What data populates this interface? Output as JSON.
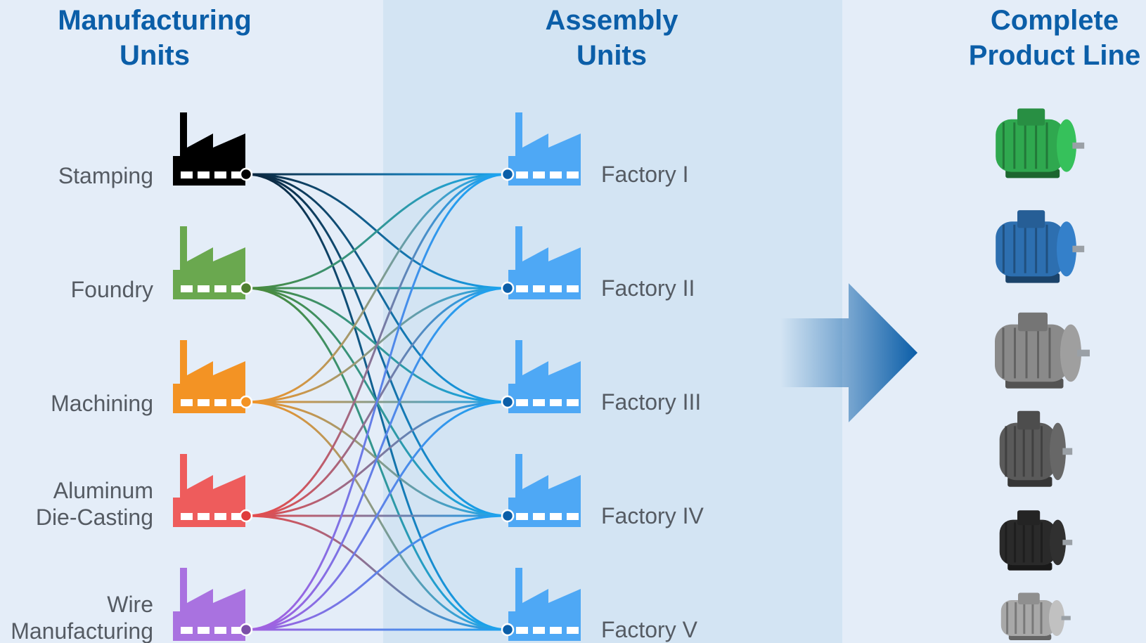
{
  "columns": {
    "manufacturing": {
      "title_line1": "Manufacturing",
      "title_line2": "Units"
    },
    "assembly": {
      "title_line1": "Assembly",
      "title_line2": "Units"
    },
    "product_line": {
      "title_line1": "Complete",
      "title_line2": "Product Line"
    }
  },
  "manufacturing_units": [
    {
      "id": "stamping",
      "label_lines": [
        "Stamping"
      ],
      "color": "#000000",
      "dot_color": "#000000"
    },
    {
      "id": "foundry",
      "label_lines": [
        "Foundry"
      ],
      "color": "#6aa84f",
      "dot_color": "#4f7f2f"
    },
    {
      "id": "machining",
      "label_lines": [
        "Machining"
      ],
      "color": "#f39324",
      "dot_color": "#f39324"
    },
    {
      "id": "aluminum",
      "label_lines": [
        "Aluminum",
        "Die-Casting"
      ],
      "color": "#ee5c5c",
      "dot_color": "#e03c3c"
    },
    {
      "id": "wire",
      "label_lines": [
        "Wire",
        "Manufacturing"
      ],
      "color": "#a972e0",
      "dot_color": "#7b4fa8"
    }
  ],
  "assembly_units": [
    {
      "id": "f1",
      "label": "Factory I"
    },
    {
      "id": "f2",
      "label": "Factory II"
    },
    {
      "id": "f3",
      "label": "Factory III"
    },
    {
      "id": "f4",
      "label": "Factory IV"
    },
    {
      "id": "f5",
      "label": "Factory V"
    }
  ],
  "assembly_color": "#4ea8f5",
  "assembly_dot_color": "#0b5ea8",
  "link_end_color": "#1aa3ef",
  "link_start_colors": {
    "stamping": "#0b2840",
    "foundry": "#4a8a3a",
    "machining": "#f39324",
    "aluminum": "#e84a4a",
    "wire": "#a45fe0"
  },
  "connections": "all-to-all",
  "arrow_color": "#0b5ea8",
  "products": [
    {
      "name": "green-motor",
      "color": "#2fa84f"
    },
    {
      "name": "blue-motor",
      "color": "#2d6fb0"
    },
    {
      "name": "gray-motor-large",
      "color": "#8a8a8a"
    },
    {
      "name": "dark-motor",
      "color": "#5a5a5a"
    },
    {
      "name": "black-motor-small",
      "color": "#2a2a2a"
    },
    {
      "name": "silver-motor",
      "color": "#a8a8a8"
    }
  ]
}
